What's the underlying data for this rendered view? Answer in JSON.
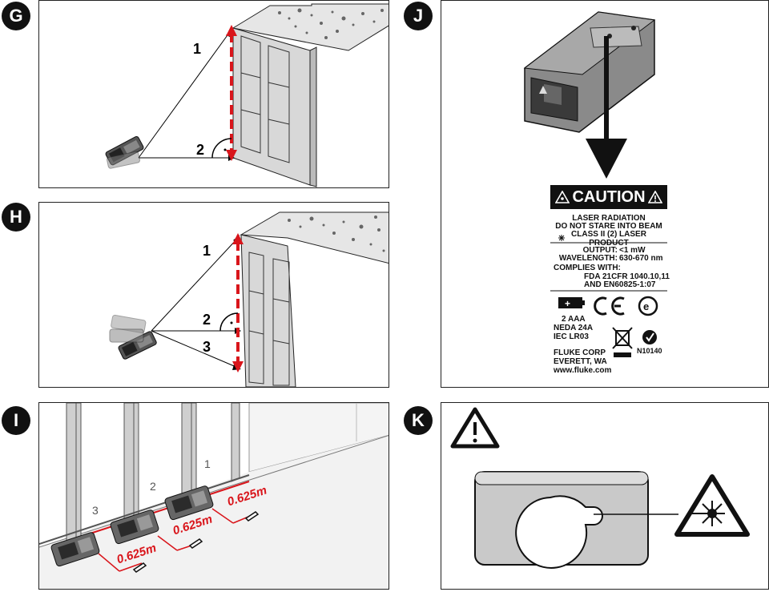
{
  "panels": {
    "g": {
      "badge": "G",
      "line_labels": [
        "1",
        "2"
      ]
    },
    "h": {
      "badge": "H",
      "line_labels": [
        "1",
        "2",
        "3"
      ]
    },
    "i": {
      "badge": "I",
      "stud_numbers": [
        "1",
        "2",
        "3"
      ],
      "distance": "0.625m"
    },
    "j": {
      "badge": "J",
      "caution_title": "CAUTION",
      "line1": "LASER RADIATION",
      "line2": "DO NOT STARE INTO BEAM",
      "line3": "CLASS II (2) LASER PRODUCT",
      "output_label": "OUTPUT:",
      "output_value": "<1 mW",
      "wavelength_label": "WAVELENGTH:",
      "wavelength_value": "630-670 nm",
      "complies": "COMPLIES WITH:",
      "standard1": "FDA 21CFR 1040.10,11",
      "standard2": "AND EN60825-1:07",
      "battery1": "2 AAA",
      "battery2": "NEDA 24A",
      "battery3": "IEC LR03",
      "ce_mark": "CE",
      "cert_code": "N10140",
      "company1": "FLUKE CORP",
      "company2": "EVERETT, WA",
      "website": "www.fluke.com"
    },
    "k": {
      "badge": "K"
    }
  }
}
